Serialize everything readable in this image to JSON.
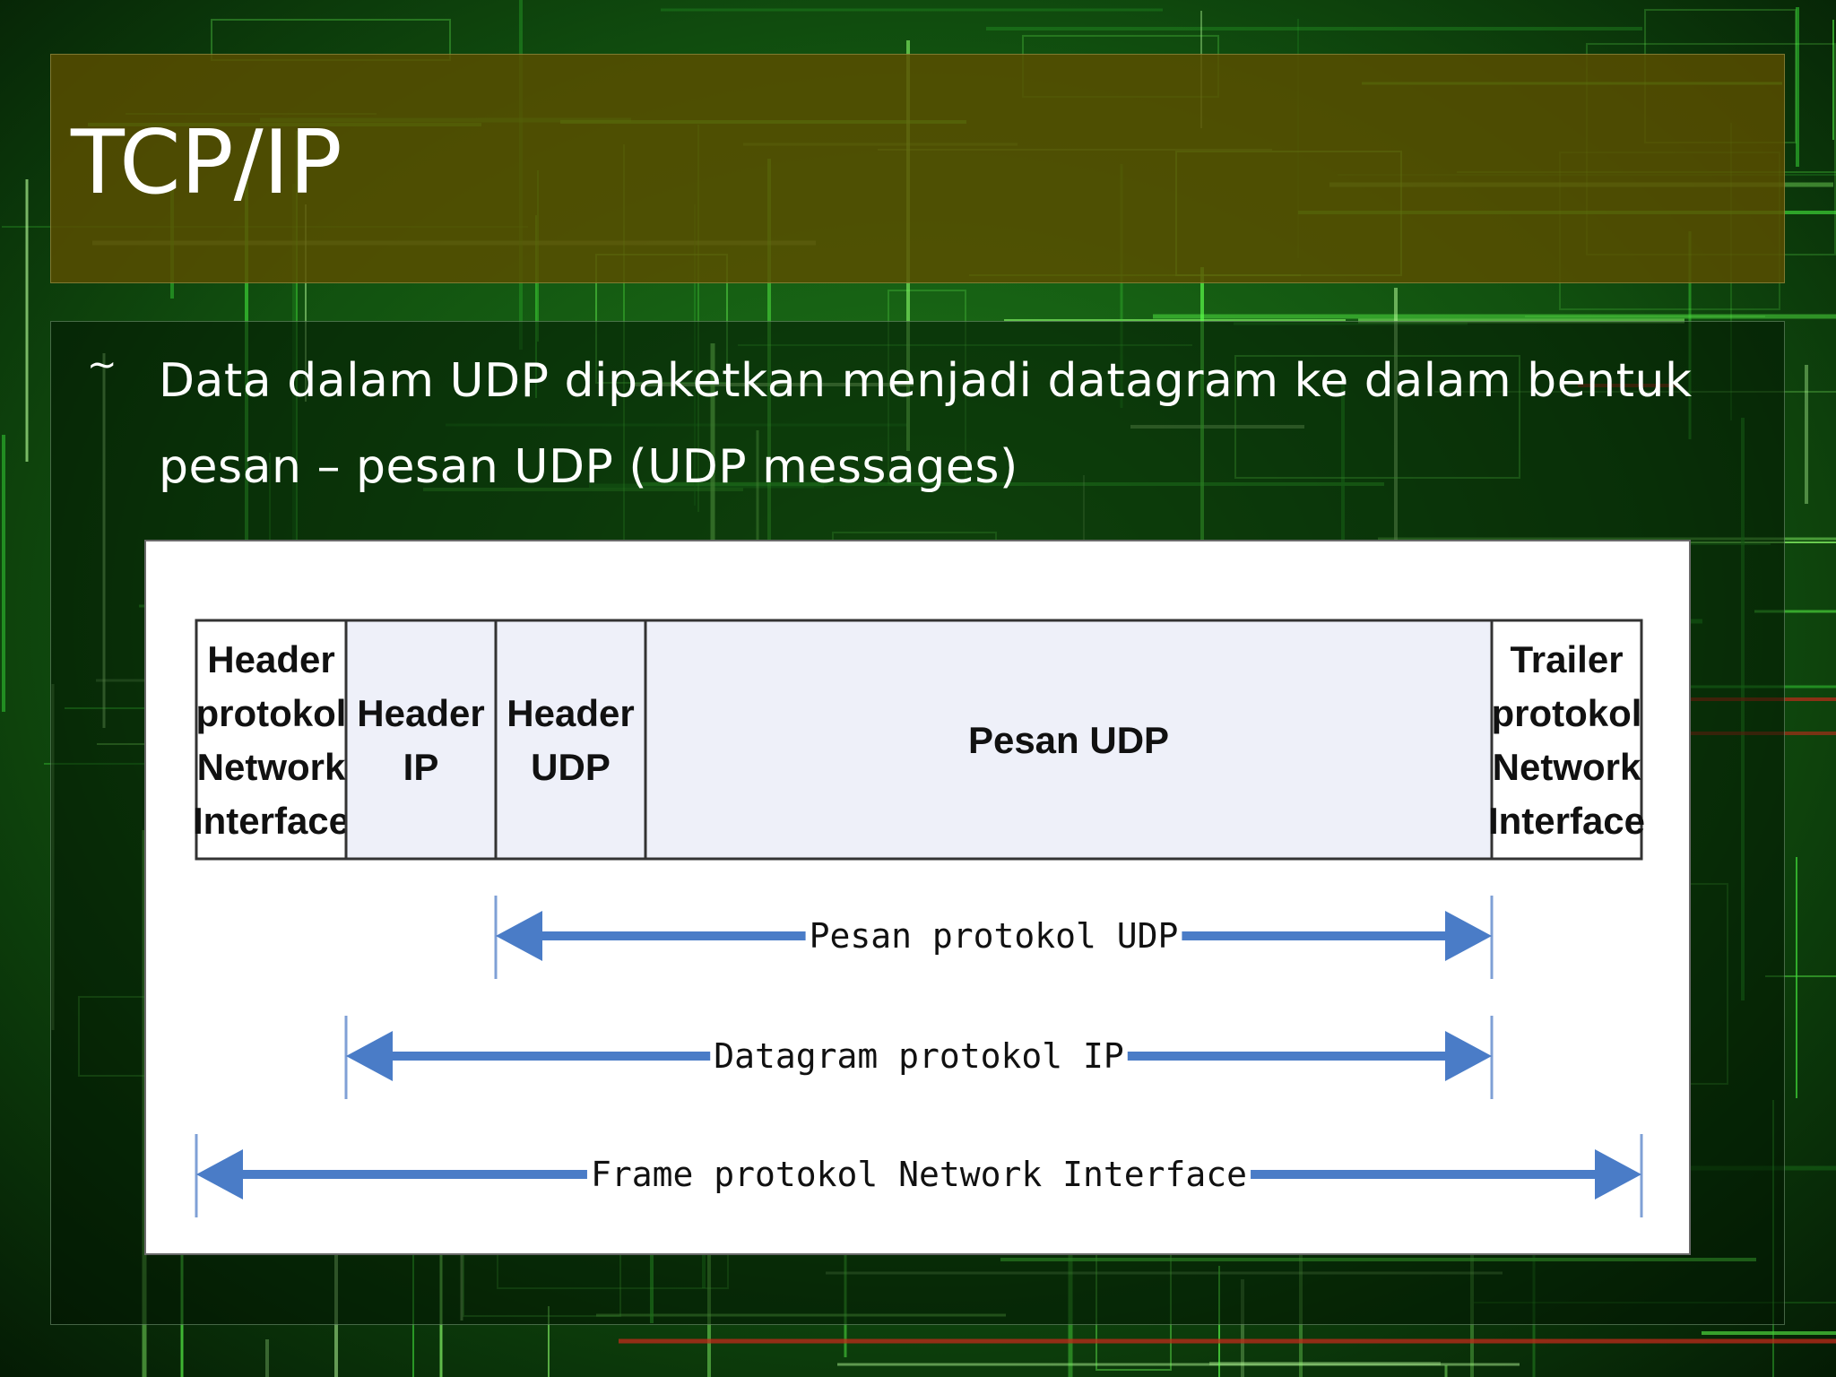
{
  "slide": {
    "title": "TCP/IP",
    "bullet_marker": "~",
    "bullet_text": "Data dalam UDP dipaketkan menjadi datagram ke dalam bentuk pesan – pesan UDP (UDP messages)"
  },
  "diagram": {
    "frame_cells": [
      {
        "key": "nif_header",
        "lines": [
          "Header",
          "protokol",
          "Network",
          "Interface"
        ]
      },
      {
        "key": "ip_header",
        "lines": [
          "Header",
          "IP"
        ]
      },
      {
        "key": "udp_header",
        "lines": [
          "Header",
          "UDP"
        ]
      },
      {
        "key": "udp_message",
        "lines": [
          "Pesan UDP"
        ]
      },
      {
        "key": "nif_trailer",
        "lines": [
          "Trailer",
          "protokol",
          "Network",
          "Interface"
        ]
      }
    ],
    "spans": [
      {
        "label": "Pesan protokol UDP",
        "from_cell": 2,
        "to_cell": 3
      },
      {
        "label": "Datagram protokol IP",
        "from_cell": 1,
        "to_cell": 3
      },
      {
        "label": "Frame protokol Network Interface",
        "from_cell": 0,
        "to_cell": 4
      }
    ],
    "colors": {
      "cell_fill": "#eef0f9",
      "cell_border": "#333333",
      "arrow": "#4a7cc7",
      "tick": "#7fa0d6"
    }
  }
}
